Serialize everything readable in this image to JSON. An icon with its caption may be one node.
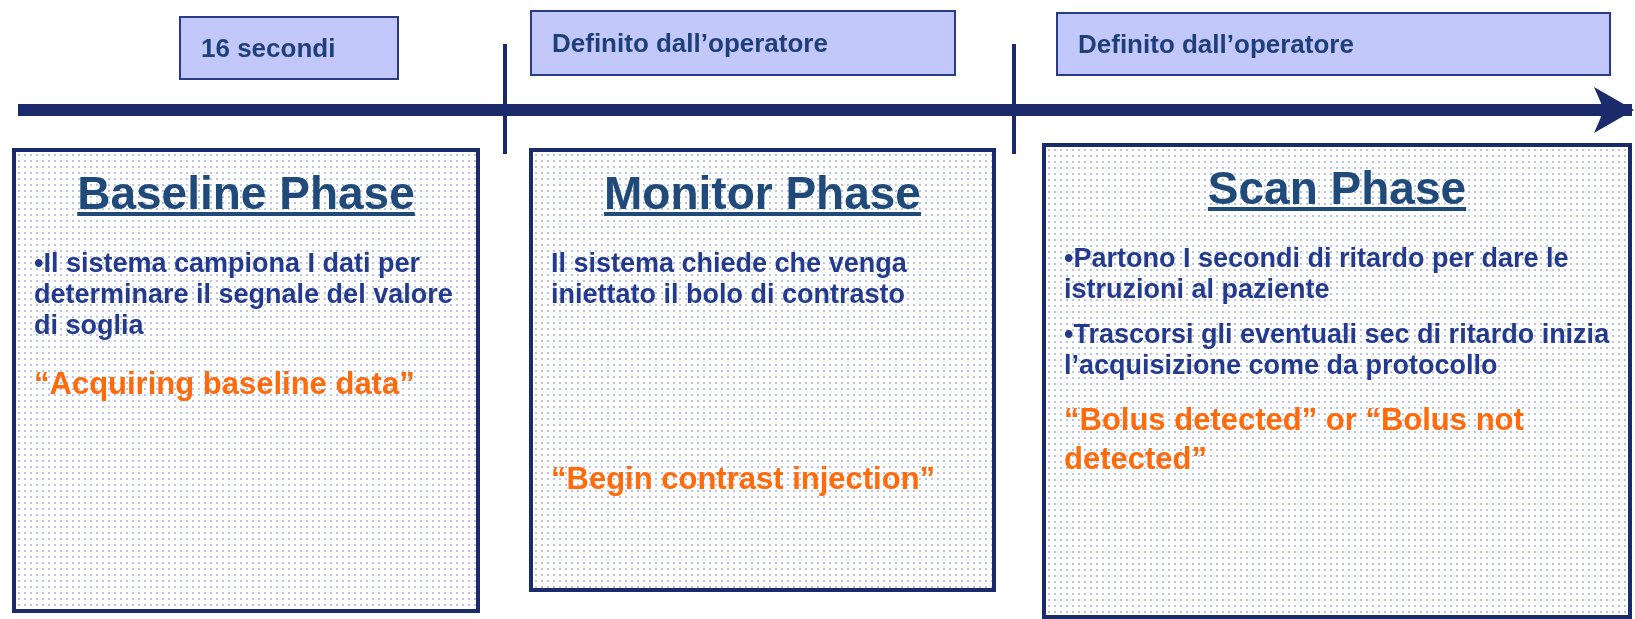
{
  "diagram": {
    "nodes": [
      {
        "text": [
          "16 secondi"
        ]
      },
      {
        "text": [
          "Definito dall’operatore"
        ]
      },
      {
        "text": [
          "Definito dall’operatore"
        ]
      },
      {
        "text": [
          "Baseline Phase",
          "•Il sistema campiona I dati per determinare il segnale del valore di soglia",
          "“Acquiring baseline data”"
        ]
      },
      {
        "text": [
          "Monitor Phase",
          "Il sistema chiede che venga iniettato il bolo di contrasto",
          "“Begin contrast injection”"
        ]
      },
      {
        "text": [
          "Scan Phase",
          "•Partono I secondi di ritardo per dare le istruzioni al paziente",
          "•Trascorsi gli eventuali sec di ritardo inizia l’acquisizione come da protocollo",
          "“Bolus detected” or “Bolus not detected”"
        ]
      }
    ]
  }
}
